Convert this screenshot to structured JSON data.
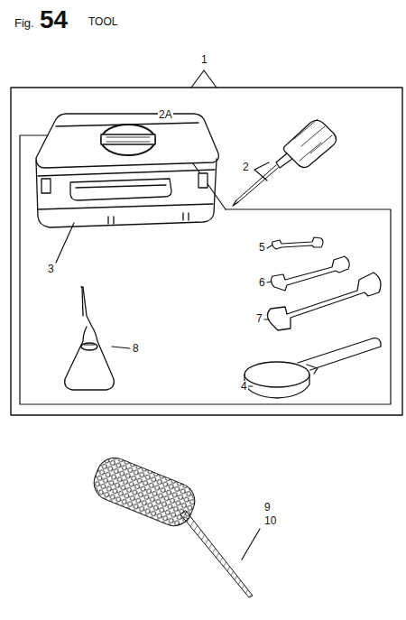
{
  "diagram": {
    "labels": [
      "Fig.",
      "54",
      "TOOL",
      "1",
      "2A",
      "2",
      "3",
      "5",
      "6",
      "7",
      "4",
      "8",
      "9",
      "10"
    ]
  }
}
